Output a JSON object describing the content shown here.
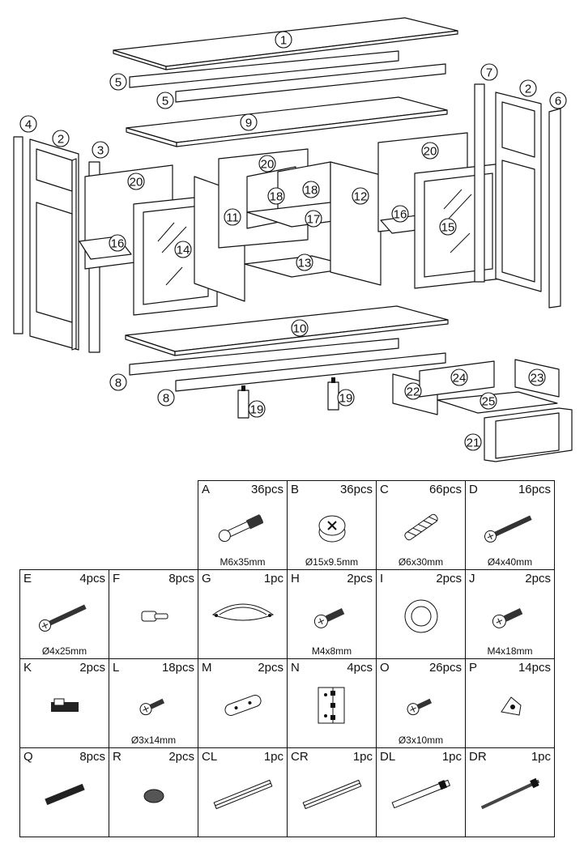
{
  "diagram": {
    "part_labels": [
      "1",
      "2",
      "2",
      "3",
      "4",
      "5",
      "5",
      "6",
      "7",
      "8",
      "8",
      "9",
      "10",
      "11",
      "12",
      "13",
      "14",
      "15",
      "16",
      "16",
      "17",
      "18",
      "18",
      "19",
      "19",
      "20",
      "20",
      "20",
      "21",
      "22",
      "23",
      "24",
      "25"
    ]
  },
  "hardware": [
    {
      "code": "A",
      "qty": "36pcs",
      "size": "M6x35mm",
      "icon": "cam-bolt-icon"
    },
    {
      "code": "B",
      "qty": "36pcs",
      "size": "Ø15x9.5mm",
      "icon": "cam-lock-icon"
    },
    {
      "code": "C",
      "qty": "66pcs",
      "size": "Ø6x30mm",
      "icon": "wood-dowel-icon"
    },
    {
      "code": "D",
      "qty": "16pcs",
      "size": "Ø4x40mm",
      "icon": "wood-screw-icon"
    },
    {
      "code": "E",
      "qty": "4pcs",
      "size": "Ø4x25mm",
      "icon": "wood-screw-icon"
    },
    {
      "code": "F",
      "qty": "8pcs",
      "size": "",
      "icon": "shelf-pin-icon"
    },
    {
      "code": "G",
      "qty": "1pc",
      "size": "",
      "icon": "cup-handle-icon"
    },
    {
      "code": "H",
      "qty": "2pcs",
      "size": "M4x8mm",
      "icon": "machine-screw-icon"
    },
    {
      "code": "I",
      "qty": "2pcs",
      "size": "",
      "icon": "round-knob-icon"
    },
    {
      "code": "J",
      "qty": "2pcs",
      "size": "M4x18mm",
      "icon": "machine-screw-icon"
    },
    {
      "code": "K",
      "qty": "2pcs",
      "size": "",
      "icon": "magnetic-catch-icon"
    },
    {
      "code": "L",
      "qty": "18pcs",
      "size": "Ø3x14mm",
      "icon": "short-screw-icon"
    },
    {
      "code": "M",
      "qty": "2pcs",
      "size": "",
      "icon": "strike-plate-icon"
    },
    {
      "code": "N",
      "qty": "4pcs",
      "size": "",
      "icon": "hinge-icon"
    },
    {
      "code": "O",
      "qty": "26pcs",
      "size": "Ø3x10mm",
      "icon": "short-screw-icon"
    },
    {
      "code": "P",
      "qty": "14pcs",
      "size": "",
      "icon": "corner-block-icon"
    },
    {
      "code": "Q",
      "qty": "8pcs",
      "size": "",
      "icon": "felt-strip-icon"
    },
    {
      "code": "R",
      "qty": "2pcs",
      "size": "",
      "icon": "felt-pad-icon"
    },
    {
      "code": "CL",
      "qty": "1pc",
      "size": "",
      "icon": "drawer-slide-icon"
    },
    {
      "code": "CR",
      "qty": "1pc",
      "size": "",
      "icon": "drawer-slide-icon"
    },
    {
      "code": "DL",
      "qty": "1pc",
      "size": "",
      "icon": "drawer-rail-icon"
    },
    {
      "code": "DR",
      "qty": "1pc",
      "size": "",
      "icon": "cable-tie-icon"
    }
  ],
  "colors": {
    "line": "#111111",
    "background": "#ffffff"
  }
}
